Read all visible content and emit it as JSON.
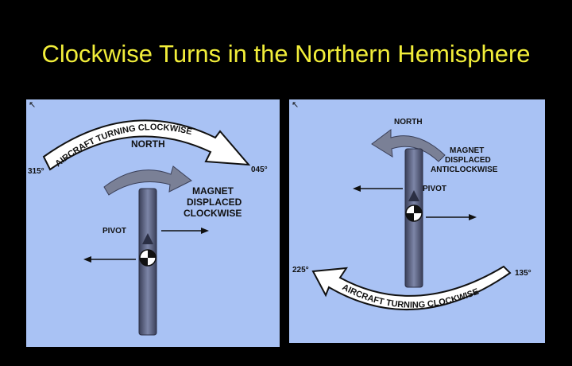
{
  "slide": {
    "title": "Clockwise Turns in the Northern Hemisphere"
  },
  "left_panel": {
    "arc_label": "AIRCRAFT TURNING CLOCKWISE",
    "north": "NORTH",
    "heading_left": "315°",
    "heading_right": "045°",
    "magnet_label": [
      "MAGNET",
      "DISPLACED",
      "CLOCKWISE"
    ],
    "pivot": "PIVOT"
  },
  "right_panel": {
    "arc_label": "AIRCRAFT TURNING CLOCKWISE",
    "north": "NORTH",
    "heading_left": "225°",
    "heading_right": "135°",
    "magnet_label": [
      "MAGNET",
      "DISPLACED",
      "ANTICLOCKWISE"
    ],
    "pivot": "PIVOT"
  },
  "colors": {
    "background": "#000000",
    "title": "#f2ee3a",
    "panel": "#a9c2f4",
    "magnet_bar": "#6c7390",
    "ink": "#111111"
  },
  "icons": [
    "cursor-arrow-icon",
    "compass-center-icon"
  ]
}
